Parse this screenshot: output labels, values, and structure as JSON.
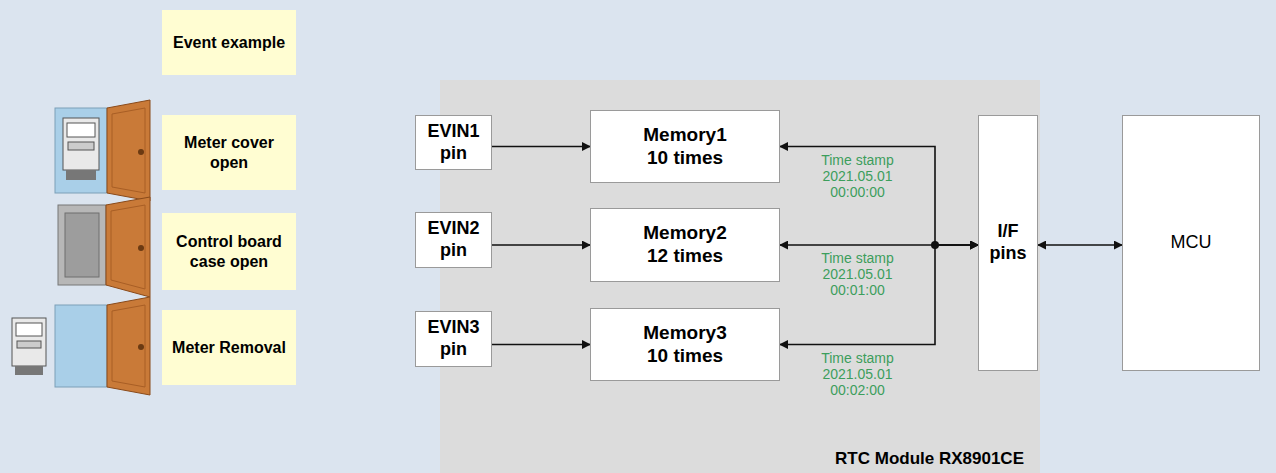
{
  "diagram": {
    "nodes": [
      {
        "text": [
          "Event example"
        ]
      },
      {
        "text": [
          "Meter cover open"
        ]
      },
      {
        "text": [
          "Control board case open"
        ]
      },
      {
        "text": [
          "Meter Removal"
        ]
      },
      {
        "text": [
          "RTC Module RX8901CE"
        ]
      },
      {
        "text": [
          "EVIN1 pin"
        ],
        "in": 4
      },
      {
        "text": [
          "Memory1",
          "10 times"
        ],
        "in": 4
      },
      {
        "text": [
          "EVIN2 pin"
        ],
        "in": 4
      },
      {
        "text": [
          "Memory2",
          "12 times"
        ],
        "in": 4
      },
      {
        "text": [
          "EVIN3 pin"
        ],
        "in": 4
      },
      {
        "text": [
          "Memory3",
          "10 times"
        ],
        "in": 4
      },
      {
        "text": [
          "I/F pins"
        ],
        "in": 4
      },
      {
        "text": [
          "MCU"
        ]
      }
    ],
    "edges": [
      {
        "from": 5,
        "to": 6,
        "arrow": "to"
      },
      {
        "from": 7,
        "to": 8,
        "arrow": "to"
      },
      {
        "from": 9,
        "to": 10,
        "arrow": "to"
      },
      {
        "from": 11,
        "to": 6,
        "arrow": "both",
        "label": "Time stamp 2021.05.01 00:00:00"
      },
      {
        "from": 11,
        "to": 8,
        "arrow": "both",
        "label": "Time stamp 2021.05.01 00:01:00"
      },
      {
        "from": 11,
        "to": 10,
        "arrow": "both",
        "label": "Time stamp 2021.05.01 00:02:00"
      },
      {
        "from": 11,
        "to": 12,
        "arrow": "both"
      }
    ]
  }
}
